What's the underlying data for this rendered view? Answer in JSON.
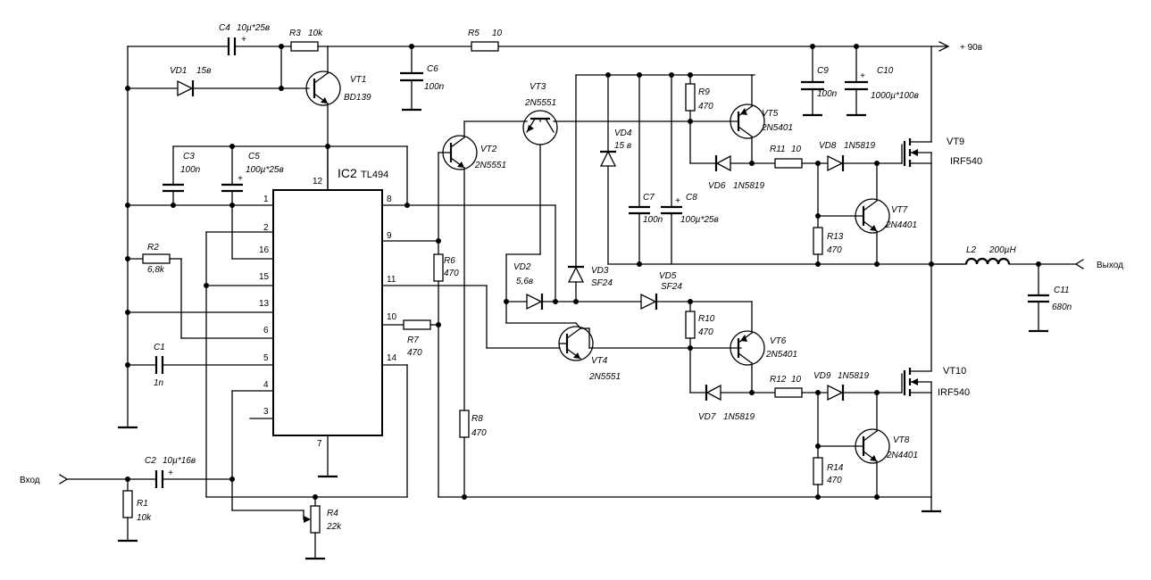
{
  "labels": {
    "C4": "C4",
    "C4_val": "10µ*25в",
    "R3": "R3",
    "R3_val": "10k",
    "R5": "R5",
    "R5_val": "10",
    "plus90": "+ 90в",
    "VD1": "VD1",
    "VD1_val": "15в",
    "VT1": "VT1",
    "VT1_val": "BD139",
    "C6": "C6",
    "C6_val": "100n",
    "C9": "C9",
    "C9_val": "100n",
    "C10": "C10",
    "C10_val": "1000µ*100в",
    "VT3": "VT3",
    "VT3_val": "2N5551",
    "R9": "R9",
    "R9_val": "470",
    "VT5": "VT5",
    "VT5_val": "2N5401",
    "VT2": "VT2",
    "VT2_val": "2N5551",
    "VD4": "VD4",
    "VD4_val": "15 в",
    "VT9": "VT9",
    "VT9_val": "IRF540",
    "C3": "C3",
    "C3_val": "100n",
    "C5": "C5",
    "C5_val": "100µ*25в",
    "IC2": "IC2",
    "IC2_val": "TL494",
    "R11": "R11",
    "R11_val": "10",
    "VD8": "VD8",
    "VD8_val": "1N5819",
    "VD6": "VD6",
    "VD6_val": "1N5819",
    "C7": "C7",
    "C7_val": "100n",
    "C8": "C8",
    "C8_val": "100µ*25в",
    "VT7": "VT7",
    "VT7_val": "2N4401",
    "R13": "R13",
    "R13_val": "470",
    "L2": "L2",
    "L2_val": "200µH",
    "output": "Выход",
    "R2": "R2",
    "R2_val": "6,8k",
    "R6": "R6",
    "R6_val": "470",
    "VD2": "VD2",
    "VD2_val": "5,6в",
    "VD3": "VD3",
    "VD3_val": "SF24",
    "VD5": "VD5",
    "VD5_val": "SF24",
    "C11": "C11",
    "C11_val": "680n",
    "R10": "R10",
    "R10_val": "470",
    "R7": "R7",
    "R7_val": "470",
    "VT6": "VT6",
    "VT6_val": "2N5401",
    "VT4": "VT4",
    "VT4_val": "2N5551",
    "C1": "C1",
    "C1_val": "1n",
    "VT10": "VT10",
    "VT10_val": "IRF540",
    "R12": "R12",
    "R12_val": "10",
    "VD9": "VD9",
    "VD9_val": "1N5819",
    "VD7": "VD7",
    "VD7_val": "1N5819",
    "R8": "R8",
    "R8_val": "470",
    "VT8": "VT8",
    "VT8_val": "2N4401",
    "R14": "R14",
    "R14_val": "470",
    "input": "Вход",
    "C2": "C2",
    "C2_val": "10µ*16в",
    "R1": "R1",
    "R1_val": "10k",
    "R4": "R4",
    "R4_val": "22k"
  },
  "ic_pins": {
    "p1": "1",
    "p2": "2",
    "p16": "16",
    "p15": "15",
    "p13": "13",
    "p6": "6",
    "p5": "5",
    "p4": "4",
    "p3": "3",
    "p7": "7",
    "p12": "12",
    "p8": "8",
    "p9": "9",
    "p11": "11",
    "p10": "10",
    "p14": "14"
  },
  "polarity": {
    "plus": "+"
  }
}
